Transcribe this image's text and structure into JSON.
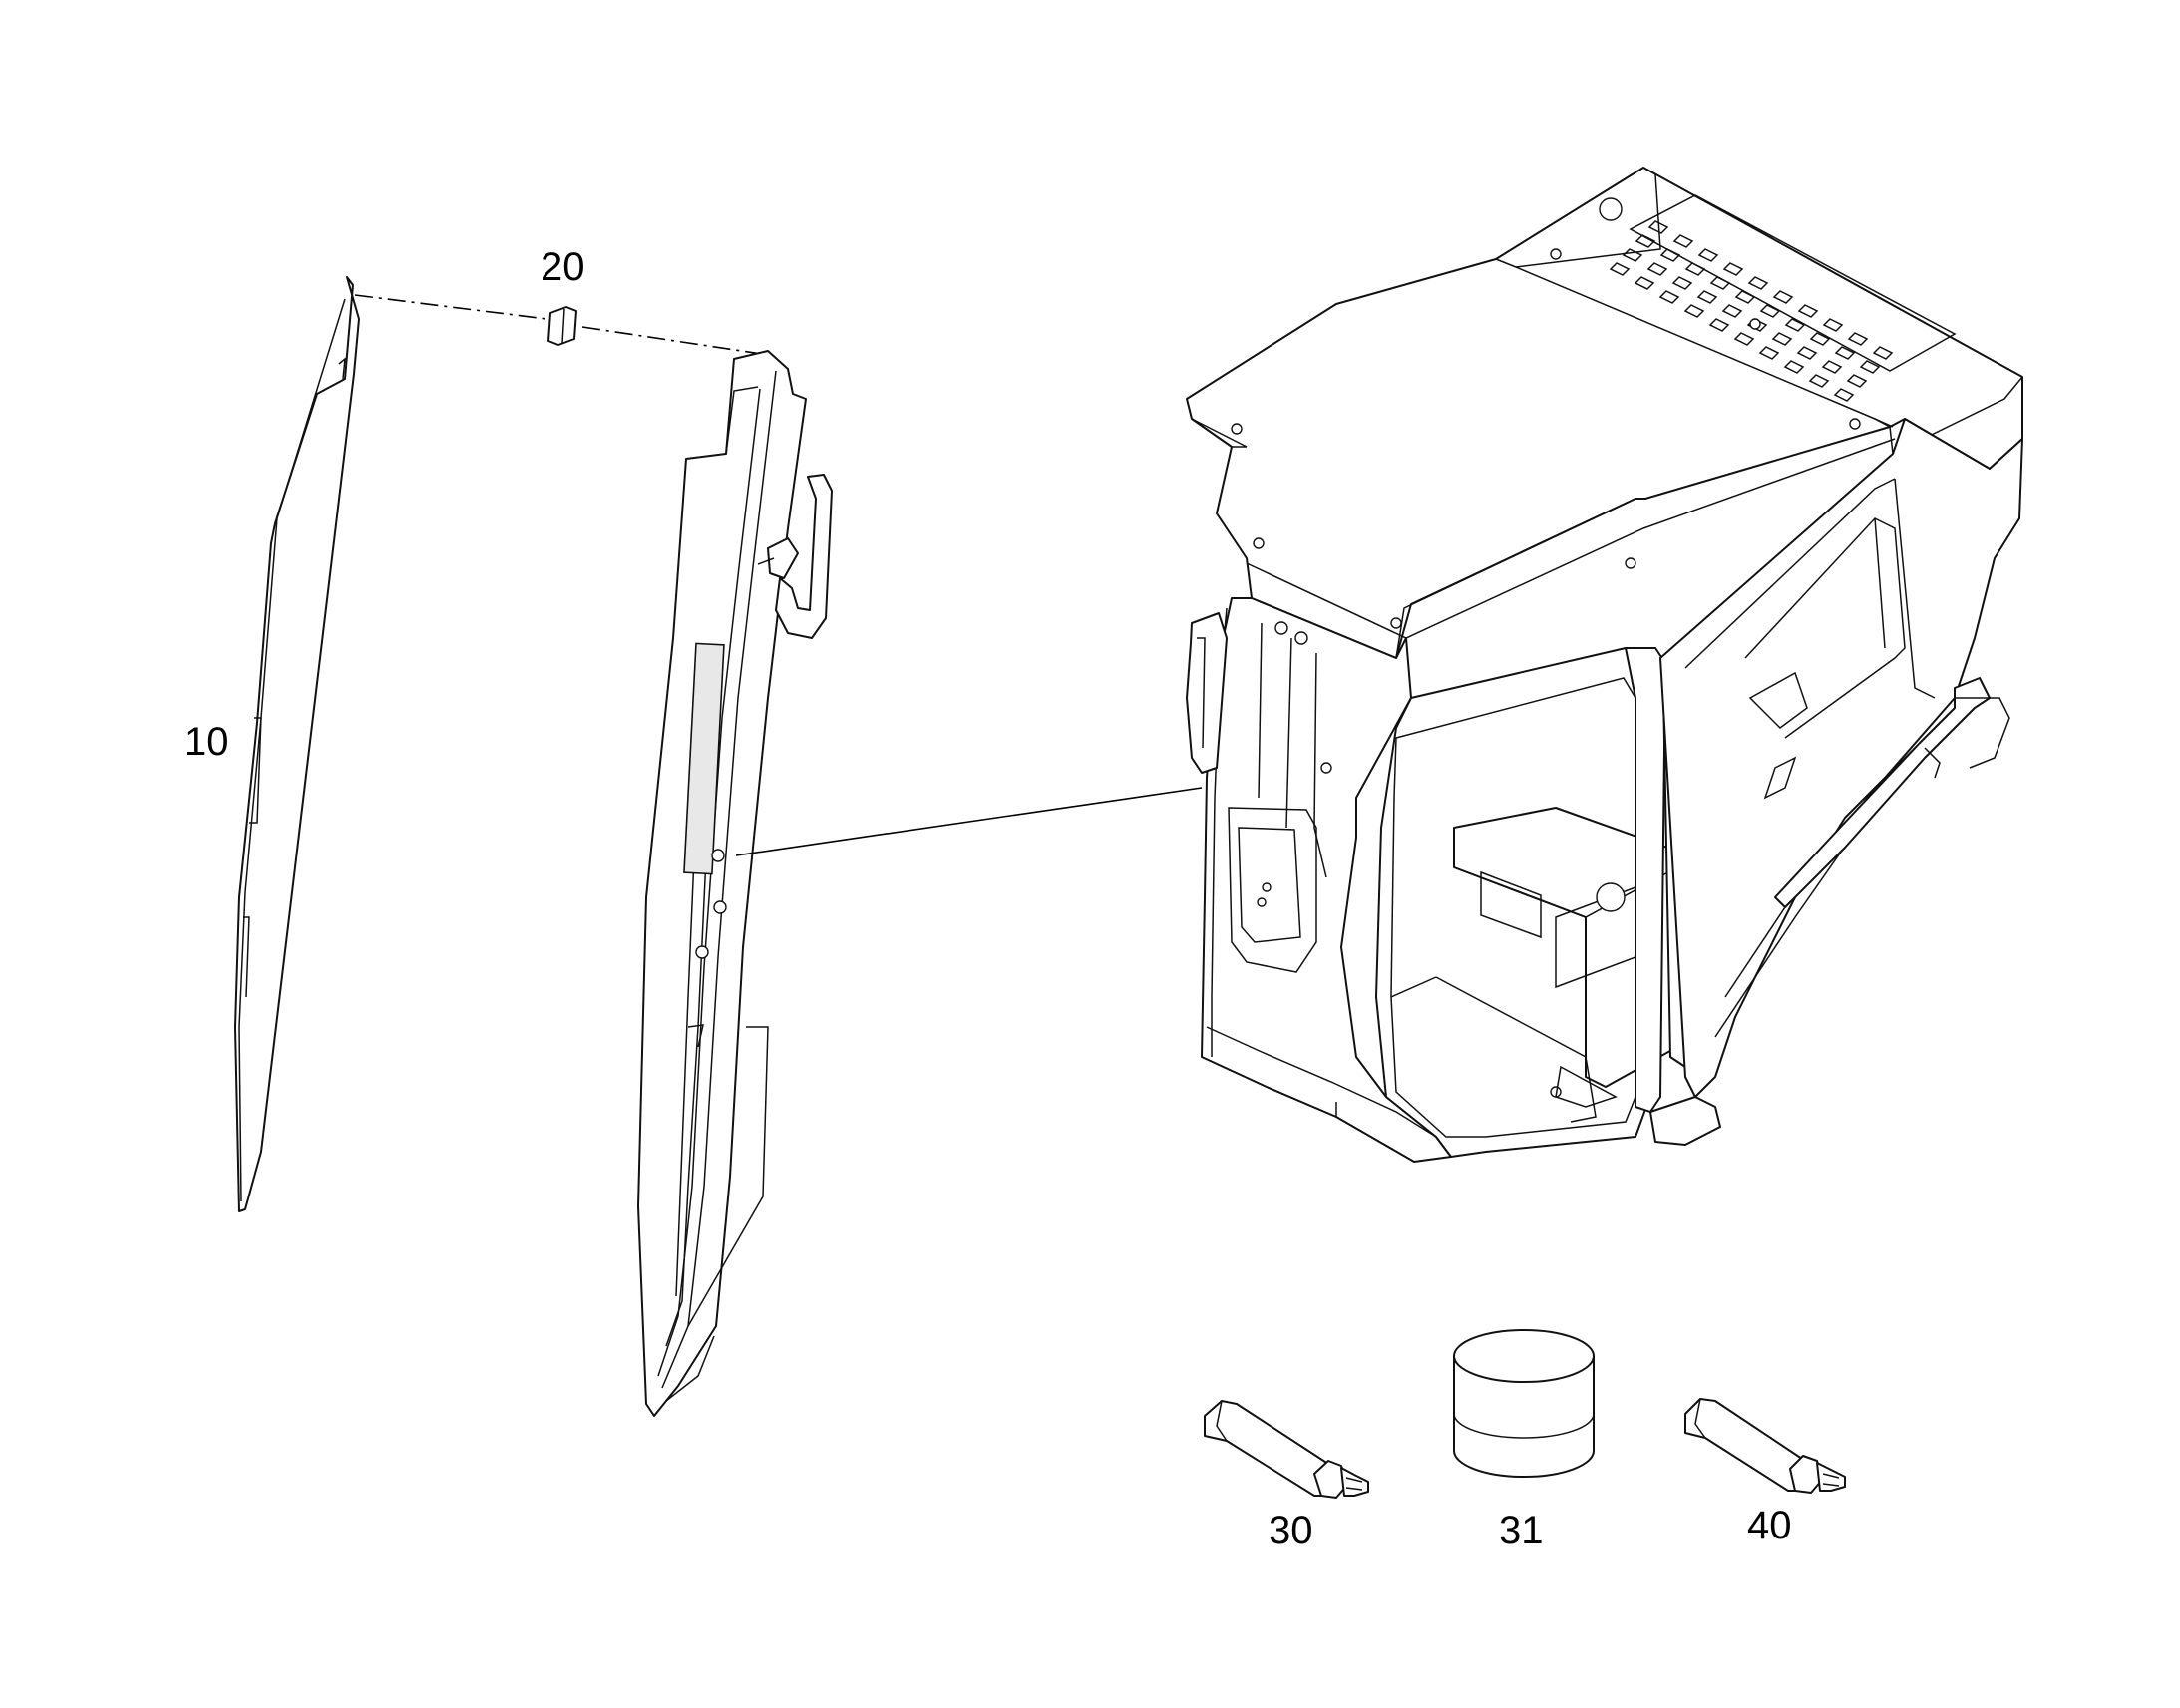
{
  "diagram": {
    "callouts": [
      {
        "id": "10",
        "label": "10"
      },
      {
        "id": "20",
        "label": "20"
      },
      {
        "id": "30",
        "label": "30"
      },
      {
        "id": "31",
        "label": "31"
      },
      {
        "id": "40",
        "label": "40"
      }
    ]
  }
}
